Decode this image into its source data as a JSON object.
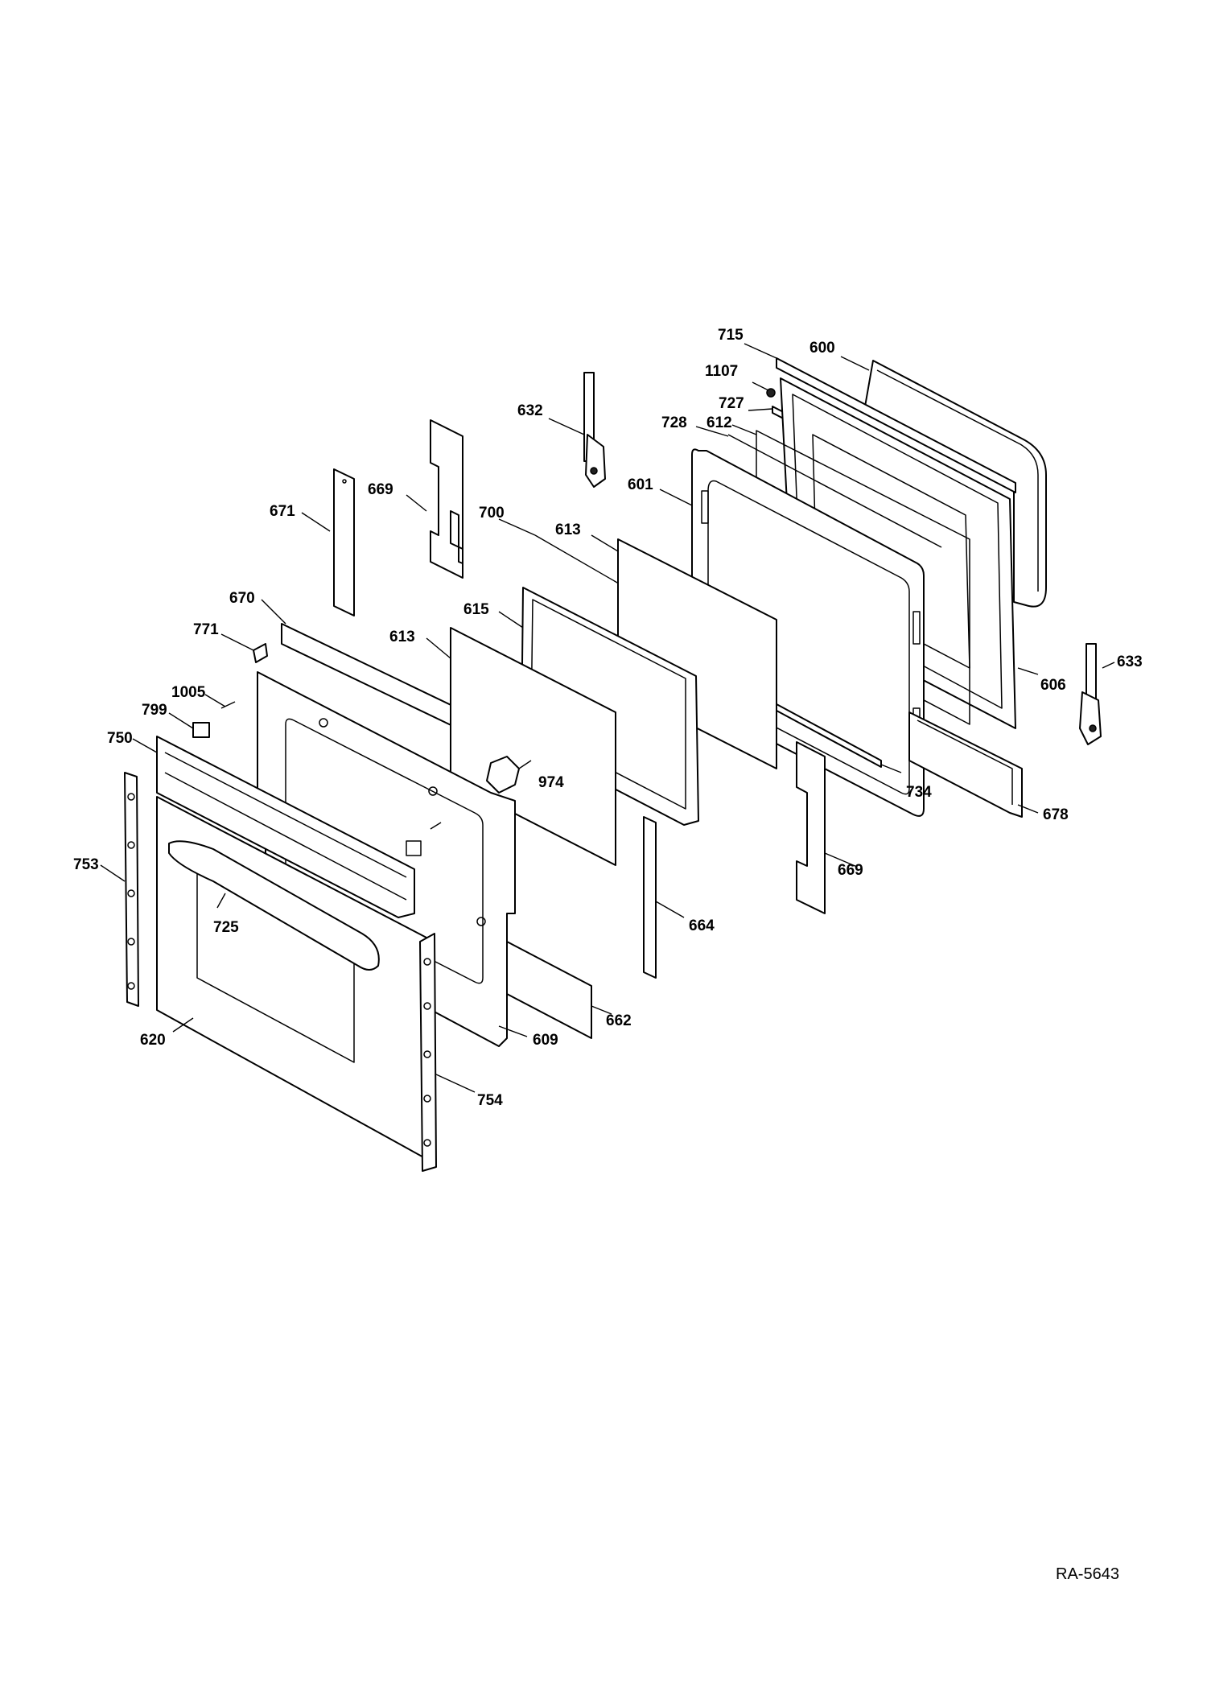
{
  "diagram": {
    "drawing_code": "RA-5643",
    "callouts": {
      "c715": "715",
      "c600": "600",
      "c1107": "1107",
      "c727": "727",
      "c632": "632",
      "c728": "728",
      "c612": "612",
      "c601": "601",
      "c669a": "669",
      "c671": "671",
      "c700": "700",
      "c613a": "613",
      "c670": "670",
      "c615": "615",
      "c613b": "613",
      "c771": "771",
      "c606": "606",
      "c633": "633",
      "c1005": "1005",
      "c799": "799",
      "c750": "750",
      "c974": "974",
      "c734": "734",
      "c678": "678",
      "c753": "753",
      "c669b": "669",
      "c725": "725",
      "c664": "664",
      "c662": "662",
      "c609": "609",
      "c620": "620",
      "c754": "754"
    }
  }
}
